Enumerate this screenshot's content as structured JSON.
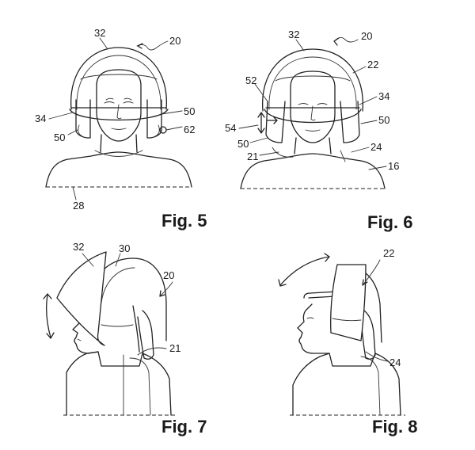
{
  "figures": [
    {
      "caption": "Fig. 5",
      "refs": [
        "32",
        "20",
        "34",
        "50",
        "50",
        "62",
        "28"
      ]
    },
    {
      "caption": "Fig. 6",
      "refs": [
        "32",
        "20",
        "22",
        "52",
        "34",
        "54",
        "50",
        "50",
        "24",
        "21",
        "16"
      ]
    },
    {
      "caption": "Fig. 7",
      "refs": [
        "32",
        "30",
        "20",
        "21"
      ]
    },
    {
      "caption": "Fig. 8",
      "refs": [
        "22",
        "24"
      ]
    }
  ]
}
